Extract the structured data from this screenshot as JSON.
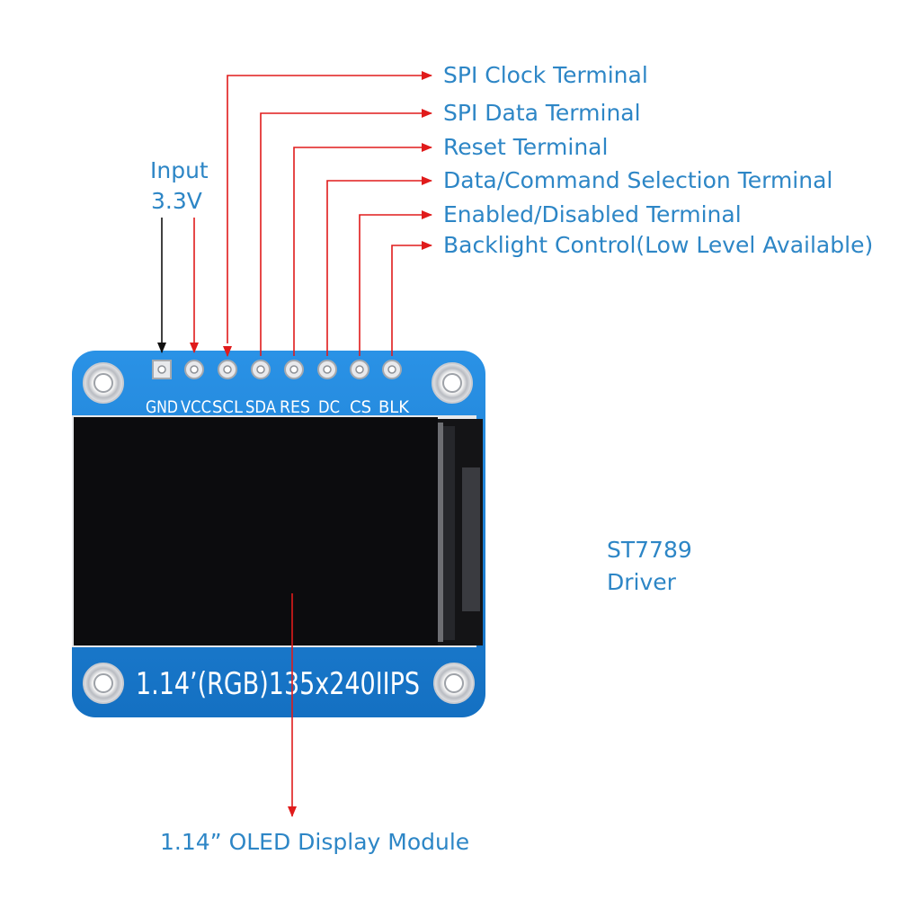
{
  "pin_labels": [
    {
      "text": "SPI Clock Terminal"
    },
    {
      "text": "SPI Data Terminal"
    },
    {
      "text": "Reset Terminal"
    },
    {
      "text": "Data/Command Selection Terminal"
    },
    {
      "text": "Enabled/Disabled Terminal"
    },
    {
      "text": "Backlight Control(Low Level Available)"
    }
  ],
  "input_label": {
    "line1": "Input",
    "line2": "3.3V"
  },
  "driver_label": {
    "line1": "ST7789",
    "line2": "Driver"
  },
  "module_label": "1.14”  OLED Display Module",
  "board": {
    "pins": [
      "GND",
      "VCC",
      "SCL",
      "SDA",
      "RES",
      "DC",
      "CS",
      "BLK"
    ],
    "silkscreen": "1.14’(RGB)135x240IIPS"
  },
  "colors": {
    "label_blue": "#2d86c6",
    "arrow_red": "#e01b1b",
    "pcb_blue": "#1a82d8",
    "screen_black": "#0c0c0e"
  }
}
